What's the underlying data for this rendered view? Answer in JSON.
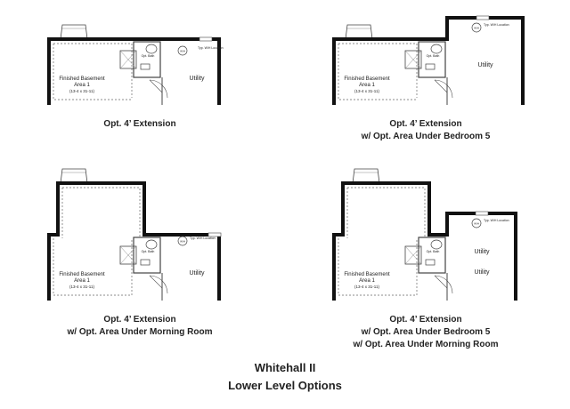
{
  "plans": [
    {
      "room_label_lines": [
        "Finished Basement",
        "Area 1"
      ],
      "room_dims": "(13-4 x 31-11)",
      "bath_label": "Opt. Bath",
      "utility_labels": [
        "Utility"
      ],
      "heater_label": "W/H",
      "furnace_label": "Typ. W/H Location",
      "caption_lines": [
        "Opt. 4’ Extension"
      ]
    },
    {
      "room_label_lines": [
        "Finished Basement",
        "Area 1"
      ],
      "room_dims": "(13-4 x 31-11)",
      "bath_label": "Opt. Bath",
      "utility_labels": [
        "Utility"
      ],
      "heater_label": "W/H",
      "furnace_label": "Typ. W/H Location",
      "caption_lines": [
        "Opt. 4’ Extension",
        "w/ Opt. Area Under Bedroom 5"
      ]
    },
    {
      "room_label_lines": [
        "Finished Basement",
        "Area 1"
      ],
      "room_dims": "(13-4 x 31-11)",
      "bath_label": "Opt. Bath",
      "utility_labels": [
        "Utility"
      ],
      "heater_label": "W/H",
      "furnace_label": "Typ. W/H Location",
      "caption_lines": [
        "Opt. 4’ Extension",
        "w/ Opt. Area Under Morning Room"
      ]
    },
    {
      "room_label_lines": [
        "Finished Basement",
        "Area 1"
      ],
      "room_dims": "(13-4 x 31-11)",
      "bath_label": "Opt. Bath",
      "utility_labels": [
        "Utility",
        "Utility"
      ],
      "heater_label": "W/H",
      "furnace_label": "Typ. W/H Location",
      "caption_lines": [
        "Opt. 4’ Extension",
        "w/ Opt. Area Under Bedroom 5",
        "w/ Opt. Area Under Morning Room"
      ]
    }
  ],
  "title_lines": [
    "Whitehall II",
    "Lower Level Options"
  ],
  "colors": {
    "wall": "#111111",
    "thin_line": "#444444",
    "text": "#222222",
    "background": "#ffffff"
  }
}
